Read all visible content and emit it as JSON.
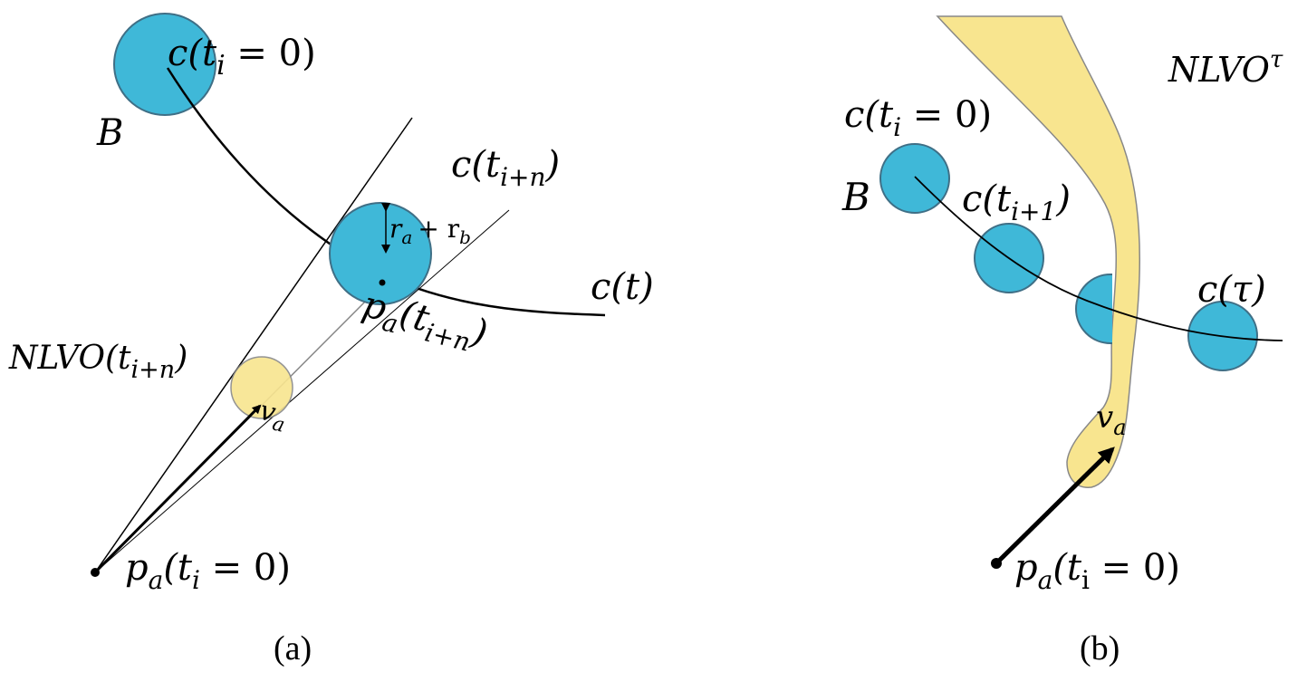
{
  "colors": {
    "obstacle": "#3FB8D8",
    "velocity_obstacle": "#F8E58F",
    "line": "#000000"
  },
  "panel_a": {
    "caption": "(a)",
    "label_B": "B",
    "label_c0": "c(t",
    "label_c0_sub": "i",
    "label_c0_tail": " = 0)",
    "label_cn": "c(t",
    "label_cn_sub": "i+n",
    "label_cn_tail": ")",
    "label_ct": "c(t)",
    "label_ra": "r",
    "label_ra_sub": "a",
    "label_plus": "+ r",
    "label_rb_sub": "b",
    "label_pa_n": "p",
    "label_pa_n_sub": "a",
    "label_pa_n_tail": "(t",
    "label_pa_n_tail_sub": "i+n",
    "label_pa_n_close": ")",
    "label_nlvo": "NLVO(t",
    "label_nlvo_sub": "i+n",
    "label_nlvo_tail": ")",
    "label_va": "v",
    "label_va_sub": "a",
    "label_pa0": "p",
    "label_pa0_sub": "a",
    "label_pa0_tail": "(t",
    "label_pa0_tail_sub": "i",
    "label_pa0_close": " = 0)"
  },
  "panel_b": {
    "caption": "(b)",
    "label_nlvo": "NLVO",
    "label_nlvo_sup": "τ",
    "label_c0": "c(t",
    "label_c0_sub": "i",
    "label_c0_tail": " = 0)",
    "label_B": "B",
    "label_c1": "c(t",
    "label_c1_sub": "i+1",
    "label_c1_tail": ")",
    "label_ctau": "c(τ)",
    "label_va": "v",
    "label_va_sub": "a",
    "label_pa0": "p",
    "label_pa0_sub": "a",
    "label_pa0_tail": "(t",
    "label_pa0_tail_sub": "i",
    "label_pa0_close": " = 0)"
  }
}
